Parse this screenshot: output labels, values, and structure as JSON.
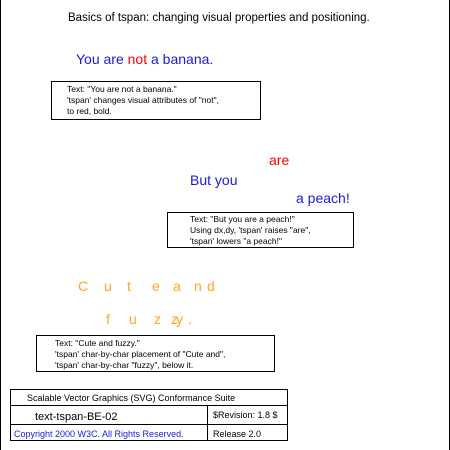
{
  "header": {
    "title": "Basics of tspan: changing visual properties and positioning."
  },
  "banana": {
    "part1": "You are ",
    "highlight": "not",
    "part2": " a banana.",
    "note": {
      "line1": "Text: \"You are not a banana.\"",
      "line2": "'tspan' changes visual attributes of \"not\",",
      "line3": "to red, bold."
    }
  },
  "peach": {
    "are": "are",
    "but_you": "But you",
    "a_peach": "a peach!",
    "note": {
      "line1": "Text: \"But you are a peach!\"",
      "line2": "Using dx,dy, 'tspan' raises \"are\",",
      "line3": "'tspan' lowers \"a peach!\""
    }
  },
  "fuzzy": {
    "row1": [
      "C",
      "u",
      "t",
      "e",
      "a",
      "n",
      "d"
    ],
    "row2": [
      "f",
      "u",
      "z",
      "z",
      "y",
      "."
    ],
    "note": {
      "line1": "Text: \"Cute and fuzzy.\"",
      "line2": "'tspan' char-by-char placement of \"Cute and\",",
      "line3": "'tspan' char-by-char \"fuzzy\", below it."
    }
  },
  "footer": {
    "suite": "Scalable Vector Graphics (SVG) Conformance Suite",
    "test_id": "text-tspan-BE-02",
    "revision": "$Revision: 1.8 $",
    "copyright": "Copyright 2000 W3C. All Rights Reserved.",
    "release": "Release 2.0"
  },
  "colors": {
    "blue": "#1a1ad6",
    "red": "#ff0000",
    "orange": "#ffa51f",
    "black": "#000000",
    "link_blue": "#1a1ad6"
  }
}
